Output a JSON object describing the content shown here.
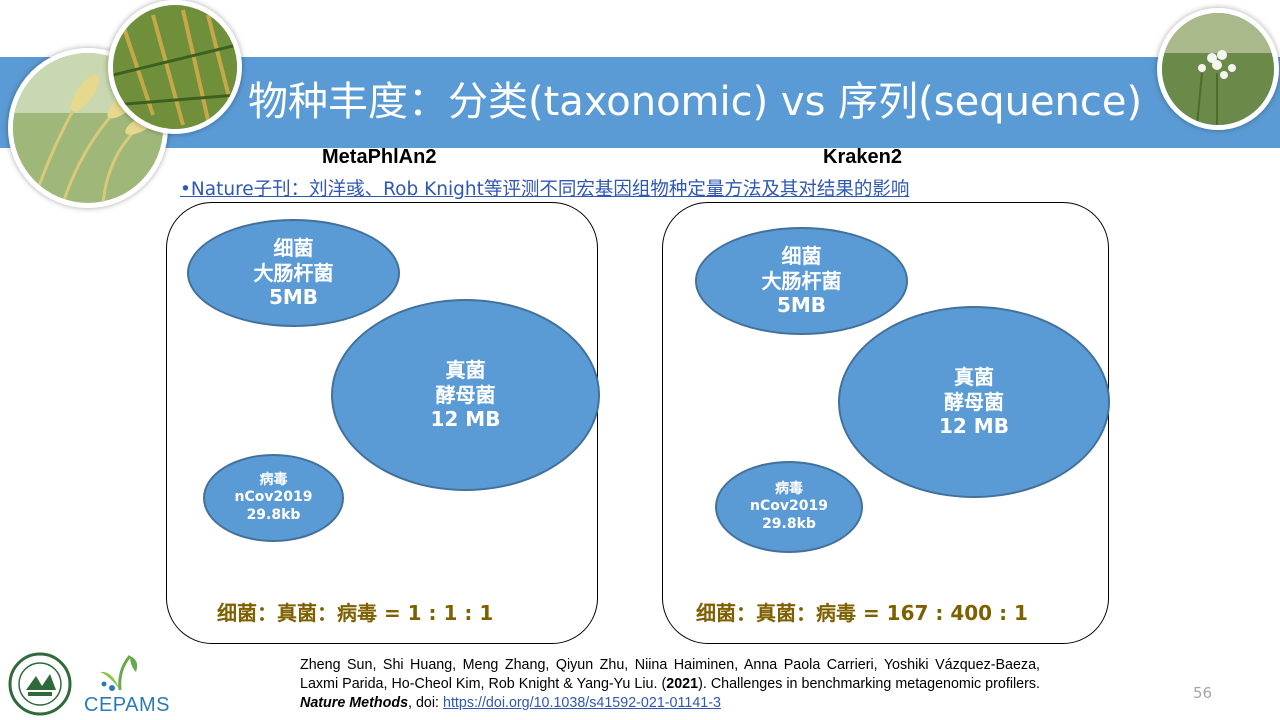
{
  "title": "物种丰度：分类(taxonomic) vs 序列(sequence)",
  "note": "•Nature子刊：刘洋彧、Rob Knight等评测不同宏基因组物种定量方法及其对结果的影响",
  "panels": [
    {
      "header": "MetaPhlAn2",
      "bacteria": {
        "l1": "细菌",
        "l2": "大肠杆菌",
        "l3": "5MB"
      },
      "fungi": {
        "l1": "真菌",
        "l2": "酵母菌",
        "l3": "12 MB"
      },
      "virus": {
        "l1": "病毒",
        "l2": "nCov2019",
        "l3": "29.8kb"
      },
      "ratio": "细菌：真菌：病毒 =  1 : 1 : 1"
    },
    {
      "header": "Kraken2",
      "bacteria": {
        "l1": "细菌",
        "l2": "大肠杆菌",
        "l3": "5MB"
      },
      "fungi": {
        "l1": "真菌",
        "l2": "酵母菌",
        "l3": "12 MB"
      },
      "virus": {
        "l1": "病毒",
        "l2": "nCov2019",
        "l3": "29.8kb"
      },
      "ratio": "细菌：真菌：病毒 =  167 : 400 : 1"
    }
  ],
  "citation": {
    "authors": "Zheng Sun, Shi Huang, Meng Zhang, Qiyun Zhu, Niina Haiminen, Anna Paola Carrieri, Yoshiki Vázquez-Baeza, Laxmi Parida, Ho-Cheol Kim, Rob Knight & Yang-Yu  Liu. (",
    "year": "2021",
    "rest": "). Challenges in benchmarking metagenomic profilers. ",
    "journal": "Nature Methods",
    "doi_prefix": ", doi: ",
    "doi": "https://doi.org/10.1038/s41592-021-01141-3"
  },
  "page_number": "56",
  "logos": {
    "cepams": "CEPAMS"
  },
  "colors": {
    "banner": "#5b9bd5",
    "bubble": "#5b9bd5",
    "ratio_text": "#7f6000",
    "link": "#2f57b4"
  }
}
